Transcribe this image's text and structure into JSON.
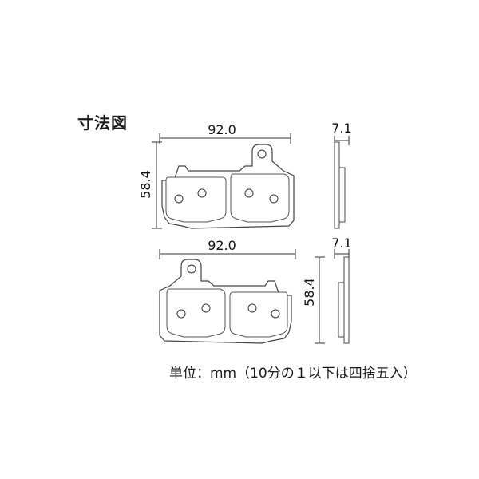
{
  "title": "寸法図",
  "unit_note": "単位：mm（10分の１以下は四捨五入）",
  "pads": [
    {
      "width_label": "92.0",
      "height_label": "58.4",
      "thickness_label": "7.1"
    },
    {
      "width_label": "92.0",
      "height_label": "58.4",
      "thickness_label": "7.1"
    }
  ],
  "colors": {
    "outline": "#444444",
    "text": "#111111",
    "background": "#ffffff"
  }
}
